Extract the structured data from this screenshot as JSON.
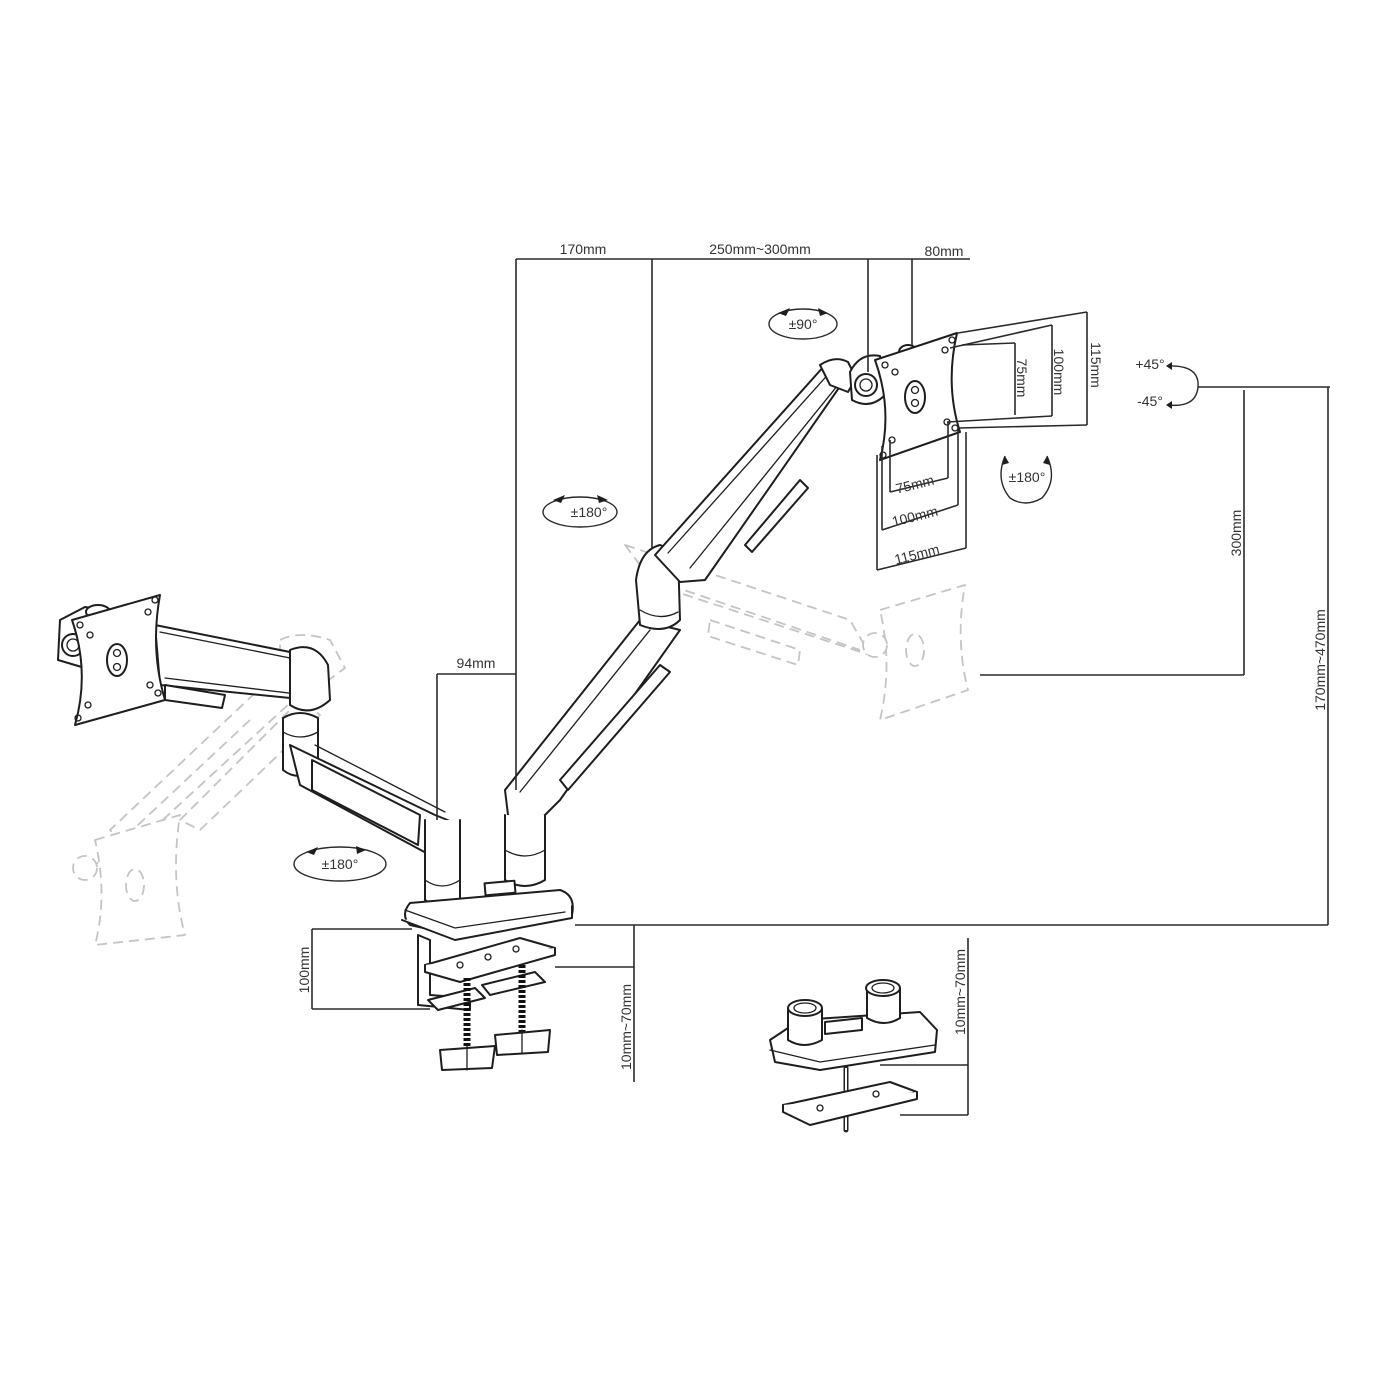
{
  "diagram": {
    "title": "Dual monitor arm dimension diagram",
    "dimensions": {
      "top_170": "170mm",
      "top_250_300": "250mm~300mm",
      "top_80": "80mm",
      "vesa_v_75": "75mm",
      "vesa_v_100": "100mm",
      "vesa_v_115": "115mm",
      "vesa_h_75": "75mm",
      "vesa_h_100": "100mm",
      "vesa_h_115": "115mm",
      "vertical_300": "300mm",
      "height_range": "170mm~470mm",
      "pole_spacing": "94mm",
      "clamp_depth": "100mm",
      "clamp_thickness": "10mm~70mm",
      "grommet_thickness": "10mm~70mm"
    },
    "rotations": {
      "swivel_head": "±90°",
      "tilt_plus": "+45°",
      "tilt_minus": "-45°",
      "rotate_head": "±180°",
      "upper_arm": "±180°",
      "lower_arm": "±180°"
    },
    "parts": [
      "right-monitor-arm",
      "left-monitor-arm",
      "vesa-plate-right",
      "vesa-plate-left",
      "desk-clamp-base",
      "grommet-mount-base"
    ]
  }
}
